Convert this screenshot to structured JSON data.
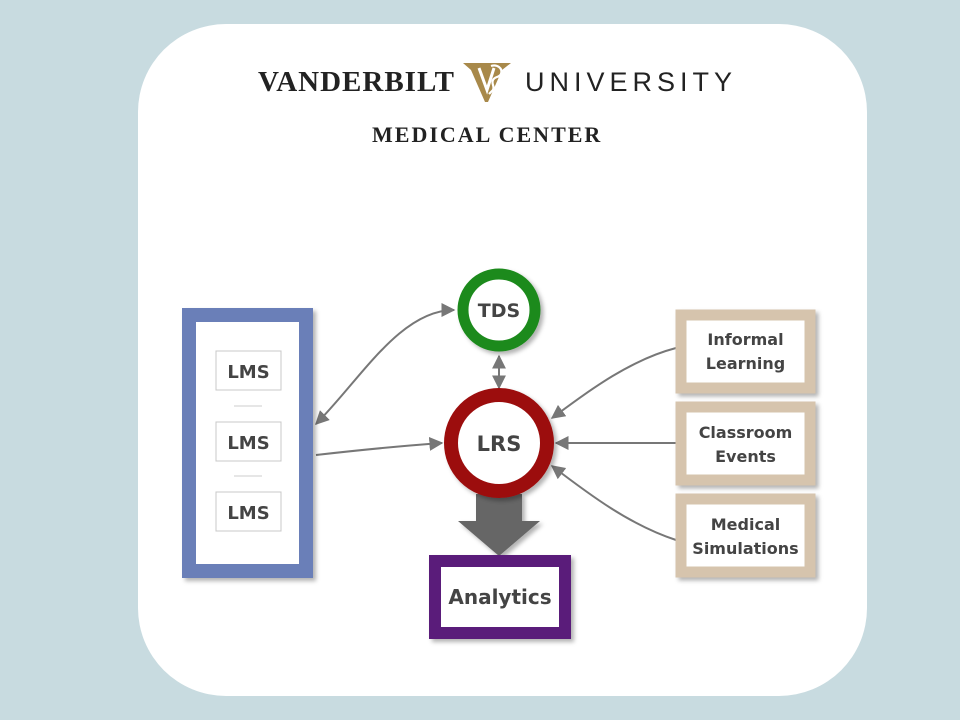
{
  "header": {
    "logo_left": "VANDERBILT",
    "logo_right": "UNIVERSITY",
    "subtitle": "MEDICAL CENTER"
  },
  "diagram": {
    "lms_boxes": [
      "LMS",
      "LMS",
      "LMS"
    ],
    "tds": "TDS",
    "lrs": "LRS",
    "analytics": "Analytics",
    "sources": [
      {
        "line1": "Informal",
        "line2": "Learning"
      },
      {
        "line1": "Classroom",
        "line2": "Events"
      },
      {
        "line1": "Medical",
        "line2": "Simulations"
      }
    ]
  },
  "colors": {
    "background": "#c8dbe0",
    "lms_frame": "#6a7fb8",
    "tds_ring": "#1f8a1f",
    "lrs_ring": "#9c1010",
    "analytics_frame": "#5a1f7a",
    "source_frame": "#d6c4ad",
    "logo_gold": "#a8894a",
    "arrow": "#777777"
  }
}
